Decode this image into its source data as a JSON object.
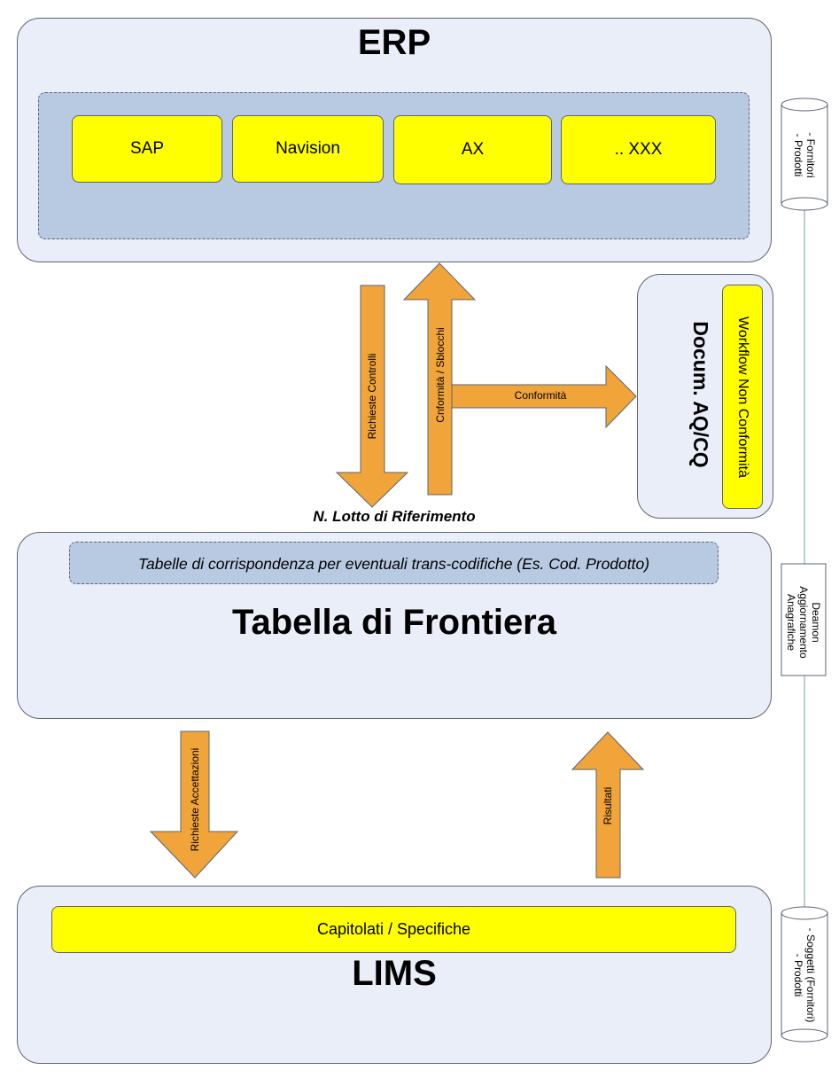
{
  "erp": {
    "title": "ERP",
    "systems": [
      "SAP",
      "Navision",
      "AX",
      ".. XXX"
    ]
  },
  "side_labels": {
    "top_cylinder": [
      "- Fornitori",
      "- Prodotti"
    ],
    "daemon_box": [
      "Deamon",
      "Aggiornamento",
      "Anagrafiche"
    ],
    "bottom_cylinder": [
      "- Soggetti (Fornitori)",
      "- Prodotti"
    ]
  },
  "arrows": {
    "richieste_controlli": "Richieste Controlli",
    "conformita_sblocchi": "Cnformità / Sblocchi",
    "conformita": "Conformità",
    "richieste_accettazioni": "Richieste Accettazioni",
    "risultati": "Risultati"
  },
  "docum": {
    "title": "Docum. AQ/CQ",
    "workflow": "Workflow Non Conformità"
  },
  "lotto_label": "N. Lotto di Riferimento",
  "frontiera": {
    "title": "Tabella di Frontiera",
    "note": "Tabelle di corrispondenza per eventuali trans-codifiche (Es. Cod. Prodotto)"
  },
  "lims": {
    "title": "LIMS",
    "specs": "Capitolati / Specifiche"
  },
  "colors": {
    "panel_fill": "#e9eef8",
    "inner_fill": "#b8c9e2",
    "system_fill": "#ffff00",
    "arrow_fill": "#f0a43a",
    "outline": "#5e6470"
  }
}
